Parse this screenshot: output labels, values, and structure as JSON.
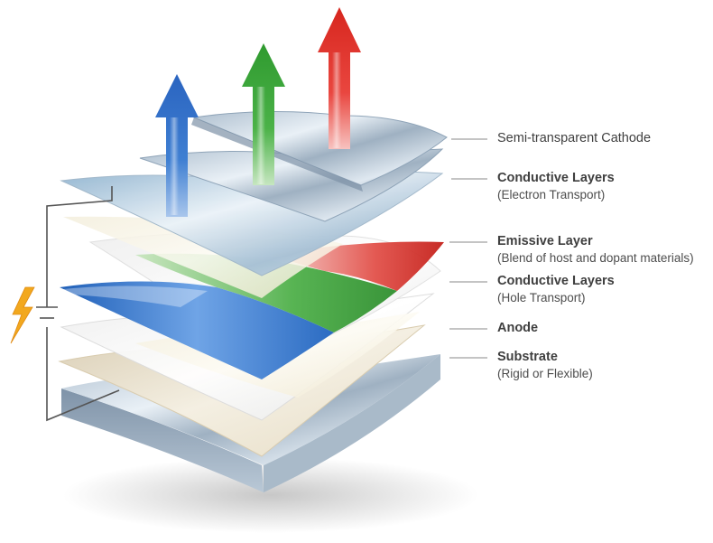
{
  "labels": [
    {
      "title": "Semi-transparent Cathode",
      "subtitle": ""
    },
    {
      "title": "Conductive Layers",
      "subtitle": "(Electron Transport)"
    },
    {
      "title": "Emissive Layer",
      "subtitle": "(Blend of host and dopant materials)"
    },
    {
      "title": "Conductive Layers",
      "subtitle": "(Hole Transport)"
    },
    {
      "title": "Anode",
      "subtitle": ""
    },
    {
      "title": "Substrate",
      "subtitle": "(Rigid or Flexible)"
    }
  ],
  "colors": {
    "light_red": "#e8241c",
    "light_green": "#3aa63a",
    "light_blue": "#2a6fc8",
    "lightning": "#f2a81e",
    "leader_line": "#8a8a8a",
    "circuit": "#555555"
  },
  "icons": {
    "power_source": "lightning-bolt-icon"
  }
}
